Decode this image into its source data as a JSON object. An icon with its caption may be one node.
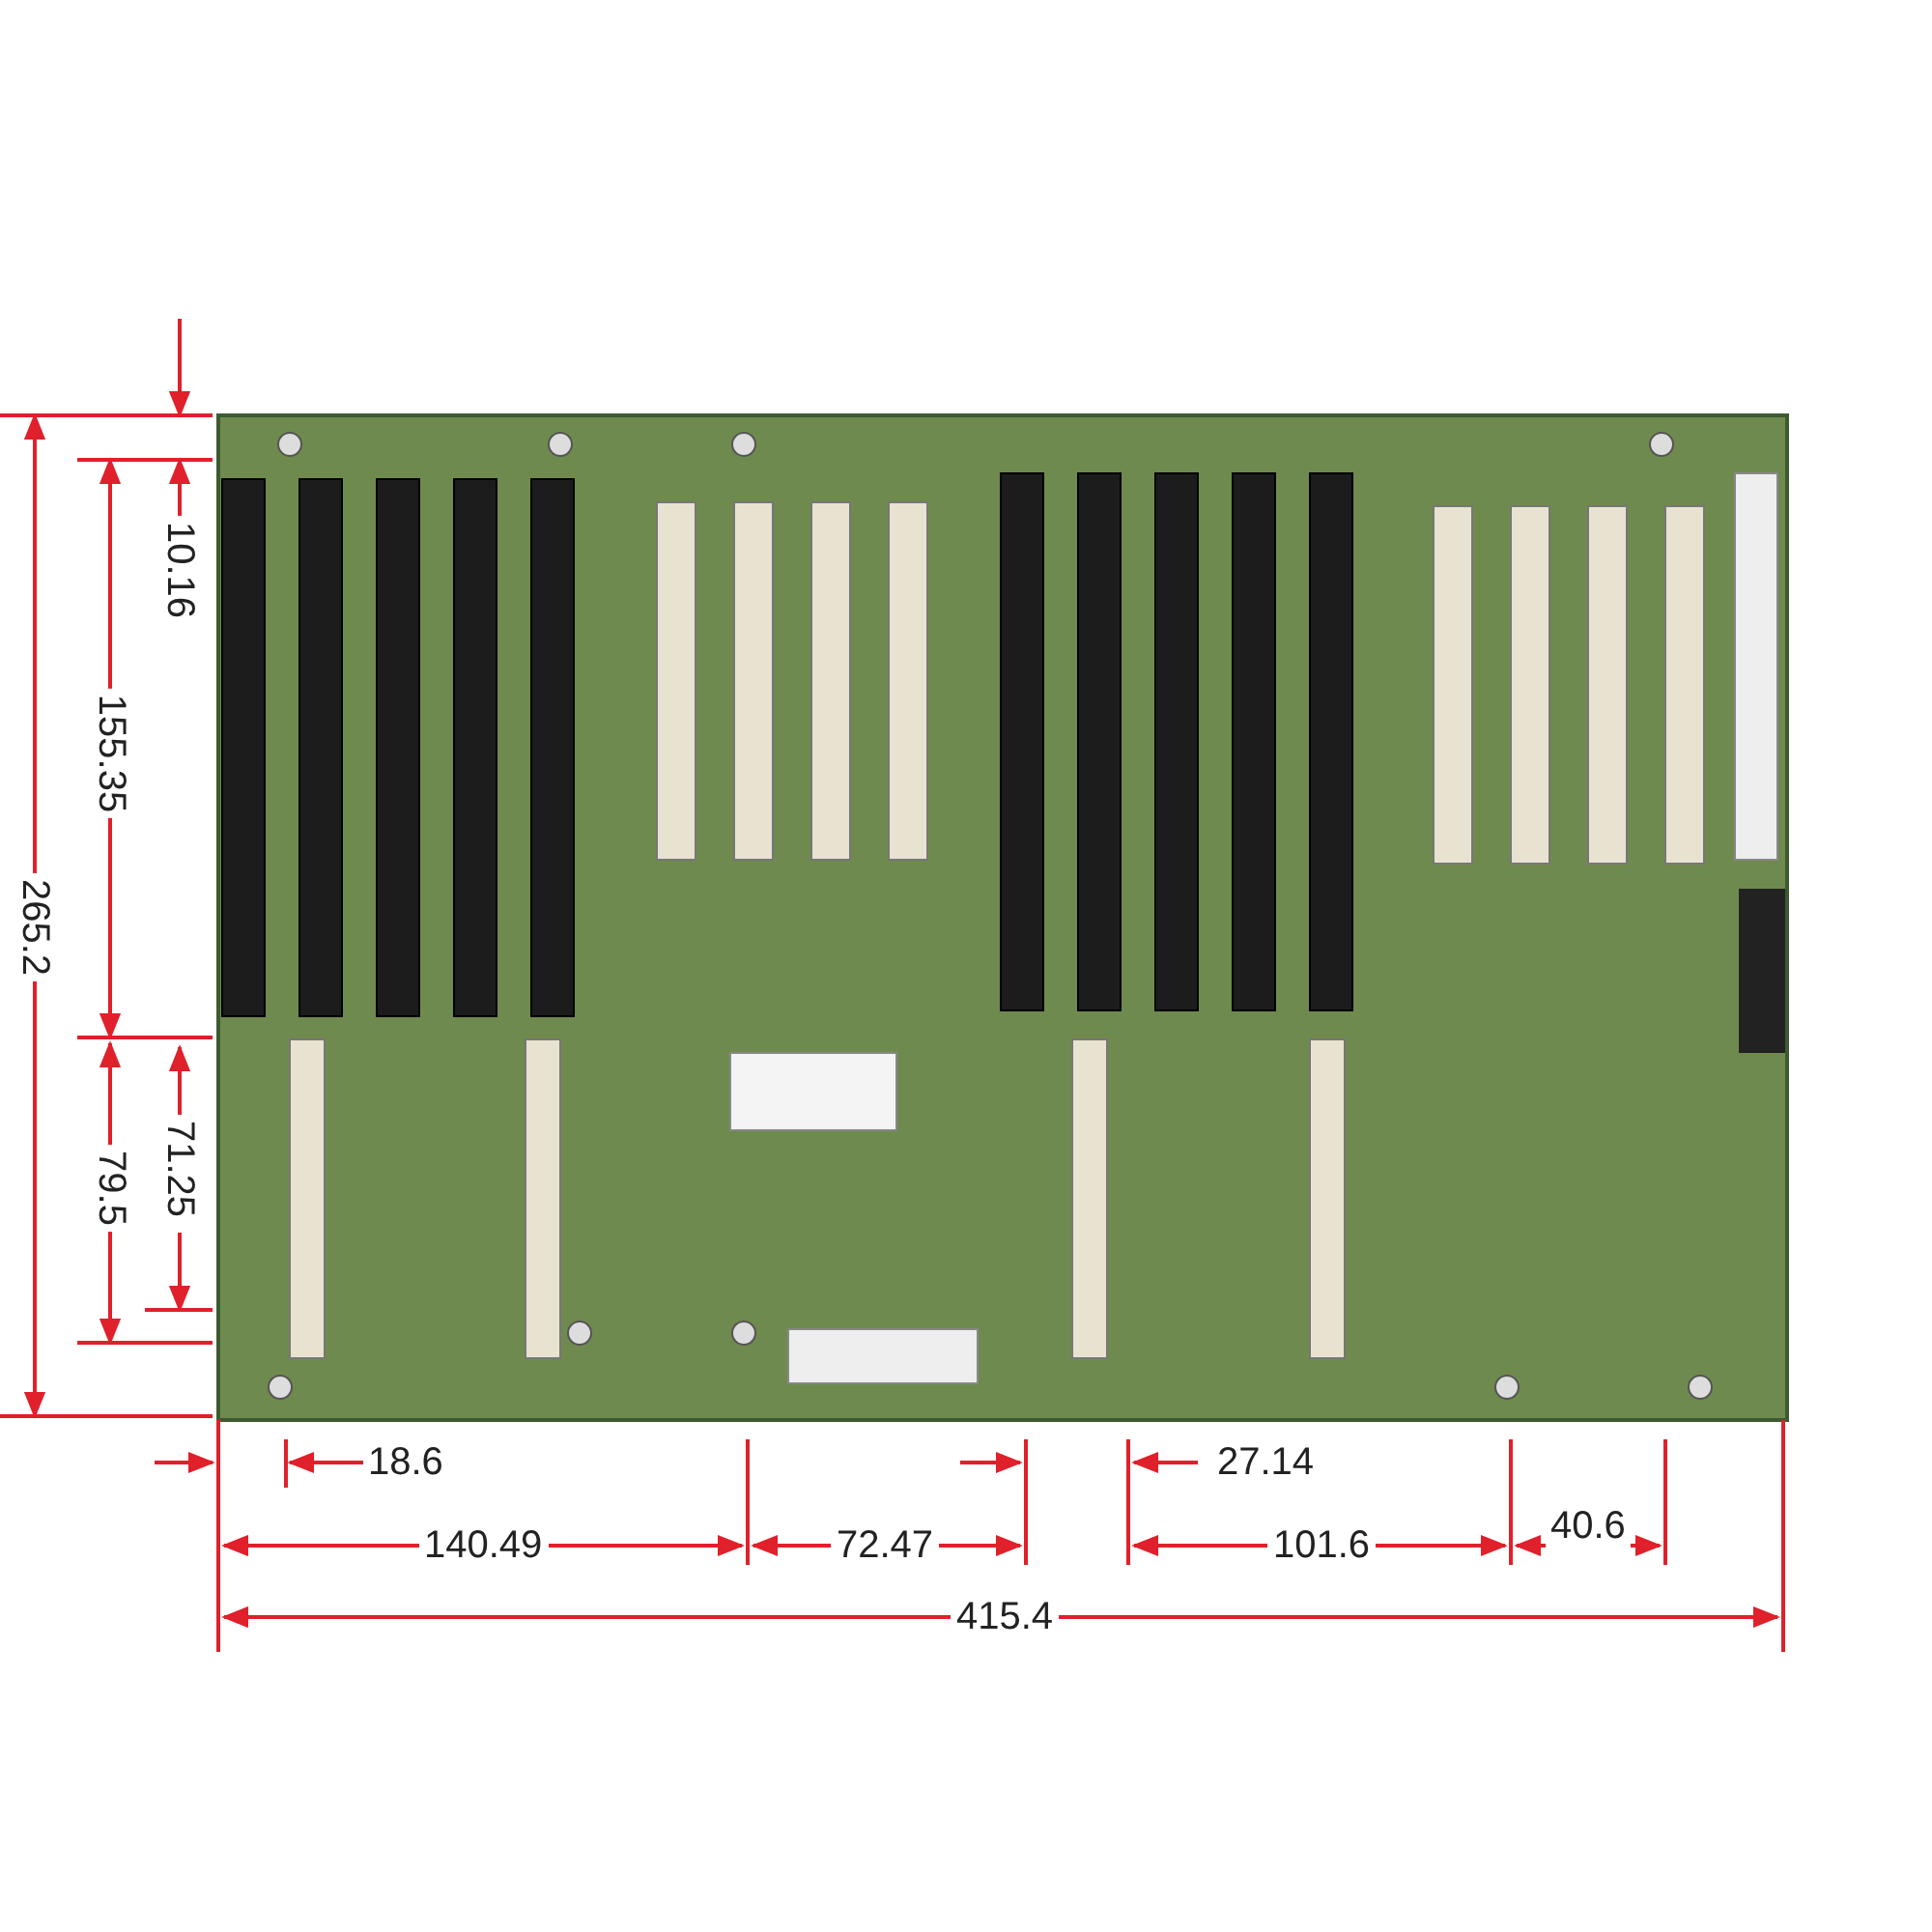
{
  "diagram": {
    "labels": [
      "265.2",
      "155.35",
      "10.16",
      "79.5",
      "71.25",
      "18.6",
      "27.14",
      "140.49",
      "72.47",
      "101.6",
      "40.6",
      "415.4"
    ]
  }
}
